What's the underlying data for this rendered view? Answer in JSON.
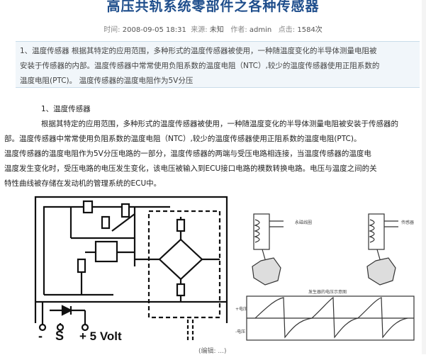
{
  "article": {
    "title": "高压共轨系统零部件之各种传感器",
    "meta": {
      "time_label": "时间:",
      "time_value": "2008-09-05 18:31",
      "source_label": "来源:",
      "source_value": "未知",
      "author_label": "作者:",
      "author_value": "admin",
      "hits_label": "点击:",
      "hits_value": "1584次"
    },
    "summary_lines": [
      "1、温度传感器 根据其特定的应用范围，多种形式的温度传感器被使用，一种随温度变化的半导体测量电阻被",
      "安装于传感器的内部。温度传感器中常常使用负阻系数的温度电阻（NTC）,较少的温度传感器使用正阻系数的",
      "温度电阻(PTC)。 温度传感器的温度电阻作为5V分压"
    ],
    "body": {
      "heading": "1、温度传感器",
      "lines": [
        "根据其特定的应用范围，多种形式的温度传感器被使用，一种随温度变化的半导体测量电阻被安装于传感器的",
        "部。温度传感器中常常使用负阻系数的温度电阻（NTC）,较少的温度传感器使用正阻系数的温度电阻(PTC)。",
        "温度传感器的温度电阻作为5V分压电路的一部分，温度传感器的两端与受压电路相连接，当温度传感器的温度电",
        "温度发生变化时，受压电路的电压发生变化，该电压被输入到ECU接口电路的模数转换电路。电压与温度之间的关",
        "特性曲线被存储在发动机的管理系统的ECU中。"
      ]
    },
    "figure": {
      "terminal_minus": "-",
      "terminal_s": "S",
      "terminal_plus": "+ 5 Volt",
      "right_label_1": "永磁线圈",
      "right_label_2": "传感器",
      "wave_title": "发生器的电压示意图",
      "wave_y_plus": "+电压",
      "wave_y_minus": "-电压"
    },
    "caption": "(编辑: ...)"
  }
}
